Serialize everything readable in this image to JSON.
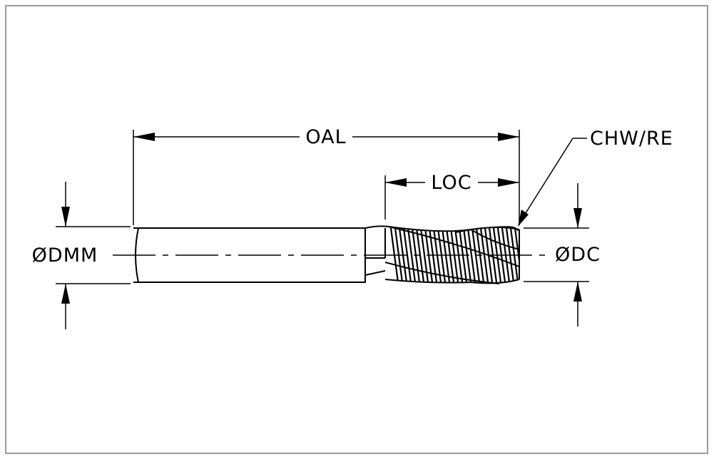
{
  "labels": {
    "oal": "OAL",
    "loc": "LOC",
    "chw_re": "CHW/RE",
    "dmm": "ØDMM",
    "dc": "ØDC"
  }
}
